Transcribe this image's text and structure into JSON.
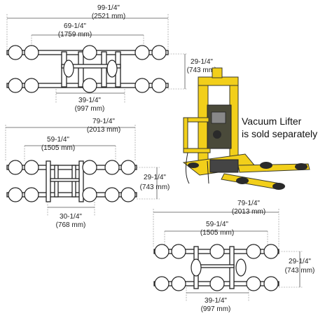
{
  "frame_top": {
    "overall": "99-1/4\"",
    "overall_mm": "(2521 mm)",
    "middle": "69-1/4\"",
    "middle_mm": "(1759 mm)",
    "height": "29-1/4\"",
    "height_mm": "(743 mm)",
    "inner": "39-1/4\"",
    "inner_mm": "(997 mm)"
  },
  "frame_middle": {
    "overall": "79-1/4\"",
    "overall_mm": "(2013 mm)",
    "middle": "59-1/4\"",
    "middle_mm": "(1505 mm)",
    "height": "29-1/4\"",
    "height_mm": "(743 mm)",
    "inner": "30-1/4\"",
    "inner_mm": "(768 mm)"
  },
  "frame_bottom": {
    "overall": "79-1/4\"",
    "overall_mm": "(2013 mm)",
    "middle": "59-1/4\"",
    "middle_mm": "(1505 mm)",
    "height": "29-1/4\"",
    "height_mm": "(743 mm)",
    "inner": "39-1/4\"",
    "inner_mm": "(997 mm)"
  },
  "note": {
    "line1": "Vacuum Lifter",
    "line2": "is sold separately"
  },
  "colors": {
    "lifter_yellow": "#f2cf1a",
    "lifter_dark": "#3a3a2a"
  }
}
